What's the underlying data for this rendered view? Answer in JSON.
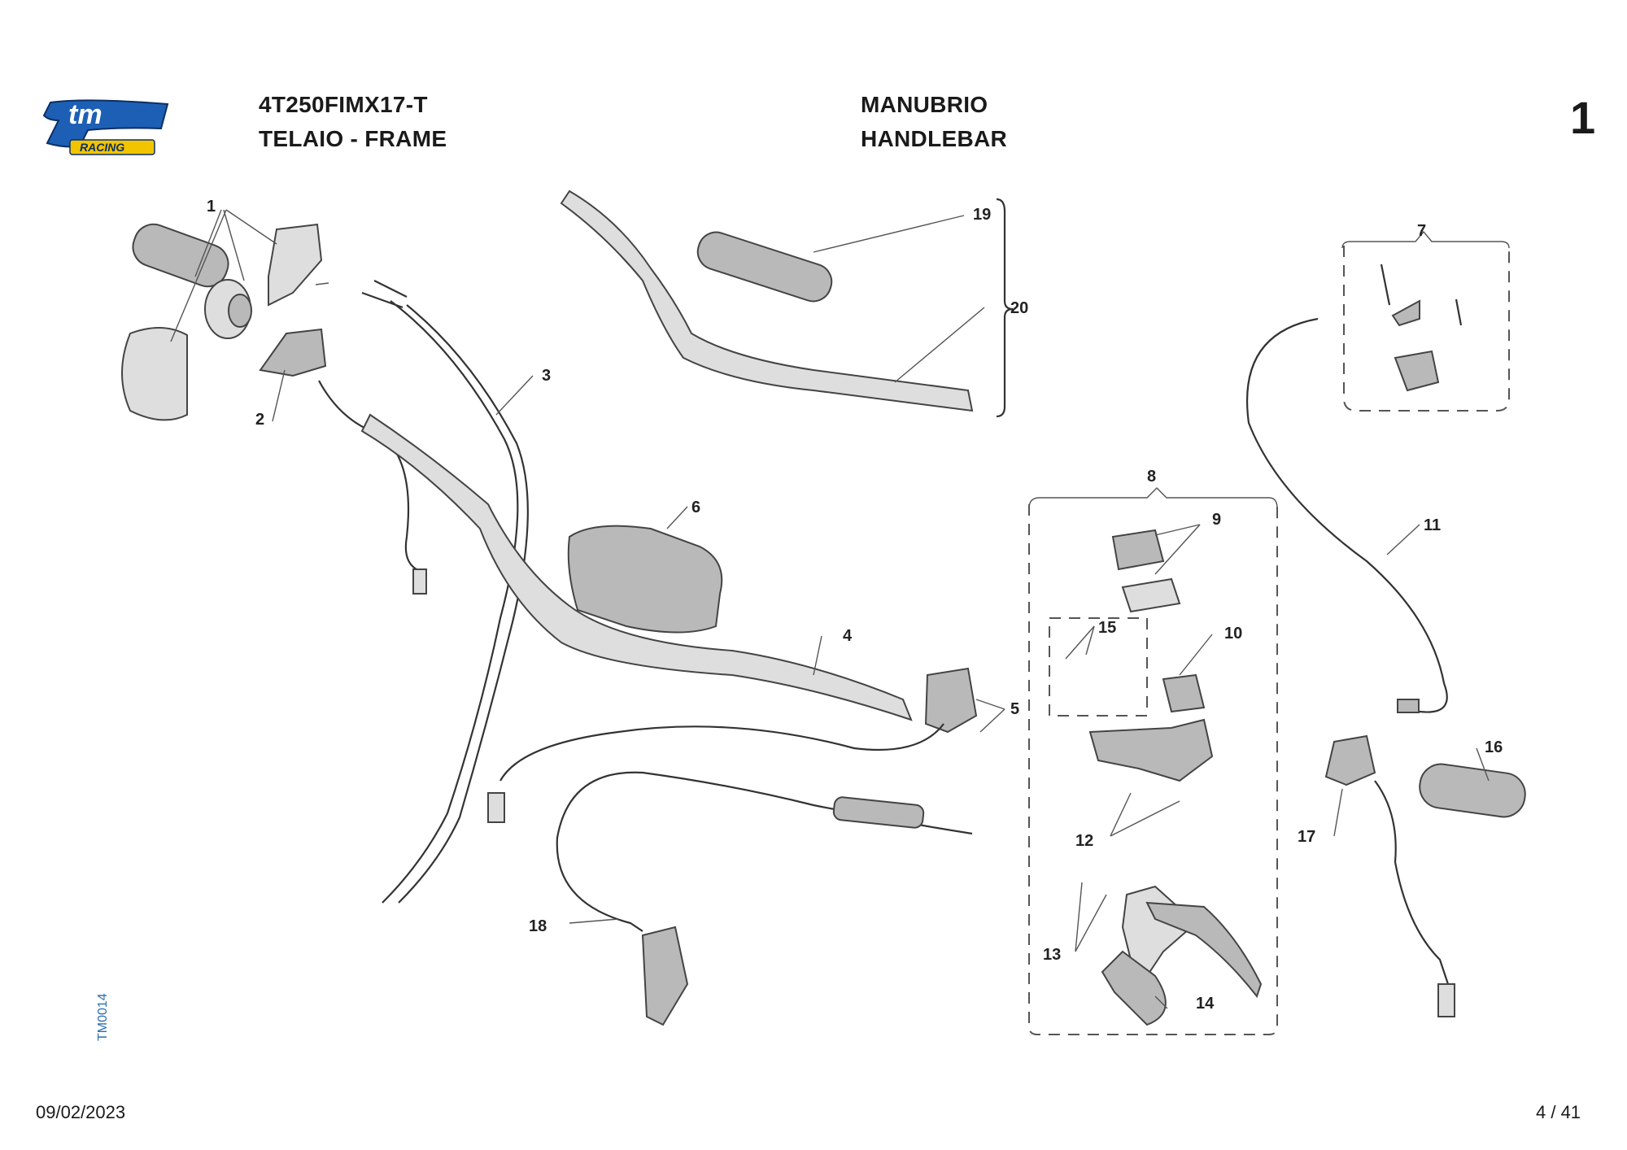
{
  "header": {
    "model_code": "4T250FIMX17-T",
    "group": "TELAIO - FRAME",
    "title_it": "MANUBRIO",
    "title_en": "HANDLEBAR",
    "page_number": "1"
  },
  "logo": {
    "brand": "tm",
    "sub": "RACING",
    "colors": {
      "primary": "#1d5fb5",
      "secondary": "#f2c400"
    }
  },
  "footer": {
    "date": "09/02/2023",
    "pagination": "4 / 41",
    "doc_id": "TM0014"
  },
  "callouts": [
    "1",
    "2",
    "3",
    "4",
    "5",
    "6",
    "7",
    "8",
    "9",
    "10",
    "11",
    "12",
    "13",
    "14",
    "15",
    "16",
    "17",
    "18",
    "19",
    "20"
  ]
}
